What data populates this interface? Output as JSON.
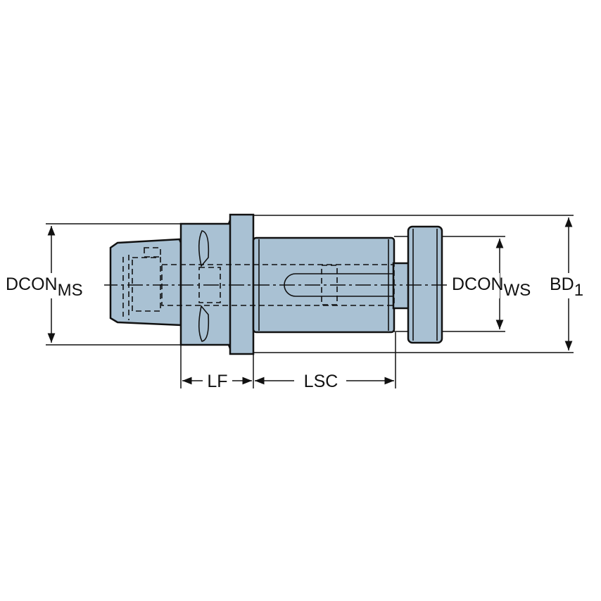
{
  "colors": {
    "body": "#a9c1d3",
    "line": "#111111"
  },
  "labels": {
    "dcon_ms": {
      "main": "DCON",
      "sub": "MS"
    },
    "dcon_ws": {
      "main": "DCON",
      "sub": "WS"
    },
    "bd1": {
      "main": "BD",
      "sub": "1"
    },
    "lf": "LF",
    "lsc": "LSC"
  }
}
